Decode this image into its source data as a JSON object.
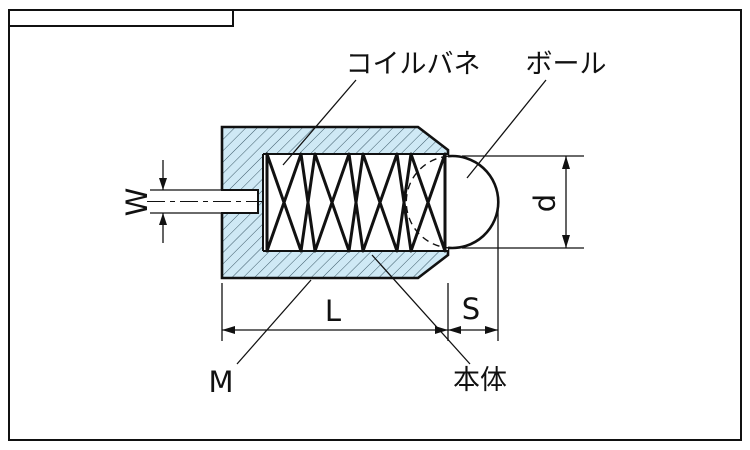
{
  "drawing": {
    "kind": "spring-plunger-cross-section",
    "part_labels": {
      "coil_spring": "コイルバネ",
      "ball": "ボール",
      "body": "本体"
    },
    "dimensions": {
      "slot_width": "W",
      "ball_diameter": "d",
      "body_length": "L",
      "protrusion": "S",
      "thread_size": "M"
    },
    "colors": {
      "section_fill": "#cfe9f5",
      "hatch_line": "#3d5a68",
      "outline": "#111111",
      "background": "#ffffff"
    }
  }
}
